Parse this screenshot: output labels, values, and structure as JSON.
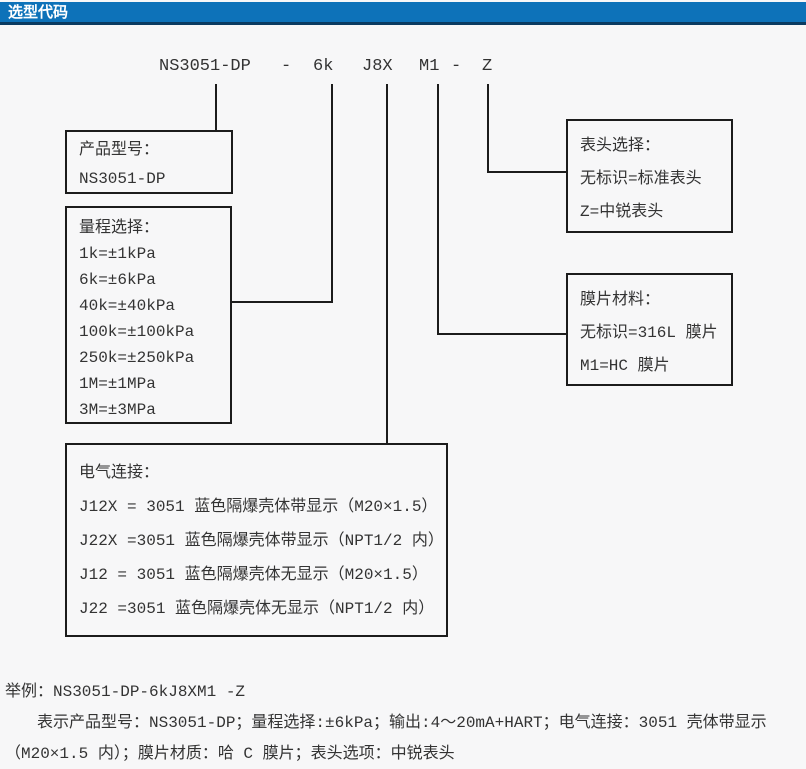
{
  "header": {
    "title": "选型代码"
  },
  "code": {
    "model": "NS3051-DP",
    "dash1": "-",
    "range": "6k",
    "connection": "J8X",
    "diaphragm": "M1",
    "dash2": "-",
    "display": "Z"
  },
  "boxes": {
    "product": {
      "title": "产品型号：",
      "model": "NS3051-DP"
    },
    "range": {
      "title": "量程选择：",
      "options": [
        "1k=±1kPa",
        "6k=±6kPa",
        "40k=±40kPa",
        "100k=±100kPa",
        "250k=±250kPa",
        "1M=±1MPa",
        "3M=±3MPa"
      ]
    },
    "electrical": {
      "title": "电气连接：",
      "options": [
        "J12X = 3051 蓝色隔爆壳体带显示（M20×1.5）",
        "J22X =3051 蓝色隔爆壳体带显示（NPT1/2 内）",
        "J12 = 3051 蓝色隔爆壳体无显示（M20×1.5）",
        "J22 =3051 蓝色隔爆壳体无显示（NPT1/2 内）"
      ]
    },
    "display": {
      "title": "表头选择：",
      "options": [
        "无标识=标准表头",
        "Z=中锐表头"
      ]
    },
    "diaphragm": {
      "title": "膜片材料：",
      "options": [
        "无标识=316L 膜片",
        "M1=HC 膜片"
      ]
    }
  },
  "example": {
    "line1": "举例：NS3051-DP-6kJ8XM1 -Z",
    "line2": "表示产品型号：NS3051-DP；量程选择:±6kPa；输出:4～20mA+HART；电气连接：3051 壳体带显示",
    "line3": "（M20×1.5 内）；膜片材质：哈 C 膜片；表头选项：中锐表头"
  },
  "colors": {
    "header_bg": "#0d72b9",
    "header_border": "#0a3b61",
    "header_text": "#ffffff",
    "page_bg": "#f7f7f8",
    "box_border": "#1c1c1c",
    "text": "#333333"
  }
}
